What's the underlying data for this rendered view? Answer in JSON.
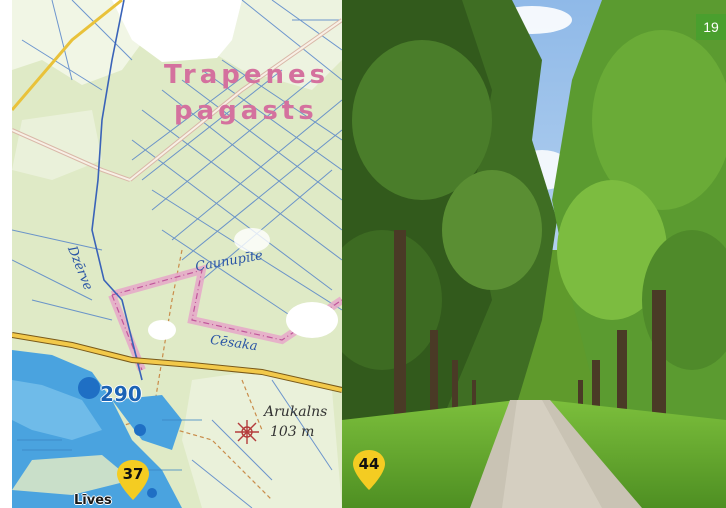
{
  "page_number": "19",
  "map": {
    "region_line1": "Trapenes",
    "region_line2": "pagasts",
    "river_dzerve": "Dzērve",
    "river_caunupite": "Caunupīte",
    "river_cesaka": "Cēsaka",
    "road_number": "290",
    "hill_name": "Arukalns",
    "hill_height": "103 m",
    "village": "Līves",
    "colors": {
      "land": "#dfeac6",
      "water": "#4aa3df",
      "river": "#3a63b8",
      "boundary": "#e7a8c9",
      "road": "#e8b94a",
      "region_label": "#d4719e"
    }
  },
  "markers": [
    {
      "label": "37",
      "color": "#f4cc22"
    },
    {
      "label": "44",
      "color": "#f4cc22"
    }
  ],
  "photo": {
    "subject": "tree-lined-road-photo"
  },
  "badge_color": "#4a9f2e"
}
